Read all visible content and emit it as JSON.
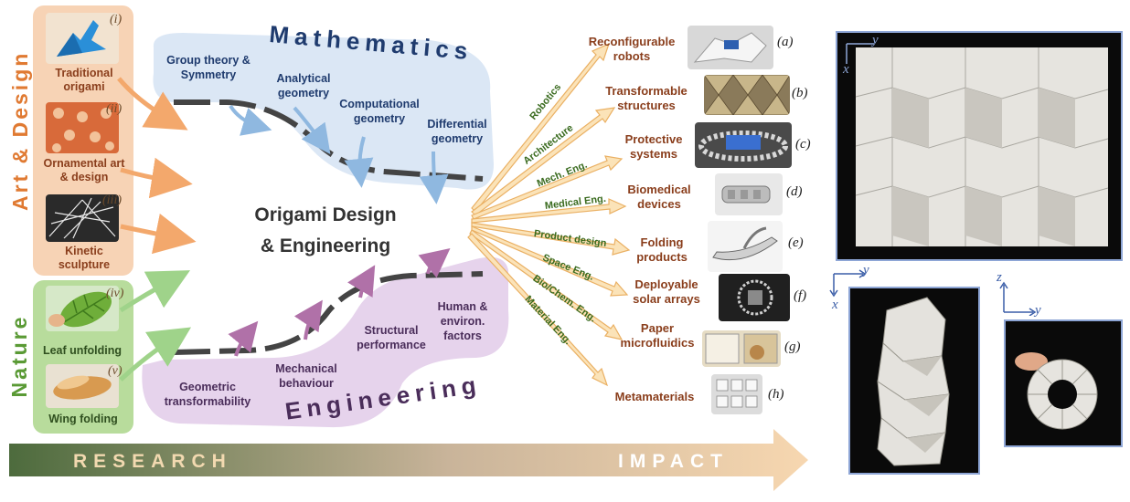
{
  "art_design": {
    "title": "Art & Design",
    "items": [
      {
        "numeral": "(i)",
        "label": "Traditional origami"
      },
      {
        "numeral": "(ii)",
        "label": "Ornamental art & design"
      },
      {
        "numeral": "(iii)",
        "label": "Kinetic sculpture"
      }
    ]
  },
  "nature": {
    "title": "Nature",
    "items": [
      {
        "numeral": "(iv)",
        "label": "Leaf unfolding"
      },
      {
        "numeral": "(v)",
        "label": "Wing folding"
      }
    ]
  },
  "mathematics": {
    "title": "Mathematics",
    "topics": [
      "Group theory & Symmetry",
      "Analytical geometry",
      "Computational geometry",
      "Differential geometry"
    ]
  },
  "engineering": {
    "title": "Engineering",
    "topics": [
      "Geometric transformability",
      "Mechanical behaviour",
      "Structural performance",
      "Human & environ. factors"
    ]
  },
  "center": {
    "line1": "Origami Design",
    "line2": "& Engineering"
  },
  "fields": [
    "Robotics",
    "Architecture",
    "Mech. Eng.",
    "Medical Eng.",
    "Product design",
    "Space Eng.",
    "Bio/Chem. Eng.",
    "Material Eng."
  ],
  "applications": [
    {
      "letter": "(a)",
      "label": "Reconfigurable robots"
    },
    {
      "letter": "(b)",
      "label": "Transformable structures"
    },
    {
      "letter": "(c)",
      "label": "Protective systems"
    },
    {
      "letter": "(d)",
      "label": "Biomedical devices"
    },
    {
      "letter": "(e)",
      "label": "Folding products"
    },
    {
      "letter": "(f)",
      "label": "Deployable solar arrays"
    },
    {
      "letter": "(g)",
      "label": "Paper microfluidics"
    },
    {
      "letter": "(h)",
      "label": "Metamaterials"
    }
  ],
  "bottom": {
    "research": "RESEARCH",
    "impact": "IMPACT"
  },
  "axes": {
    "x": "x",
    "y": "y",
    "z": "z"
  },
  "colors": {
    "art": "#f4c9a5",
    "nature": "#a8d08d",
    "math": "#dbe7f5",
    "eng": "#e6d3ec",
    "fan": "#f3c27a"
  }
}
